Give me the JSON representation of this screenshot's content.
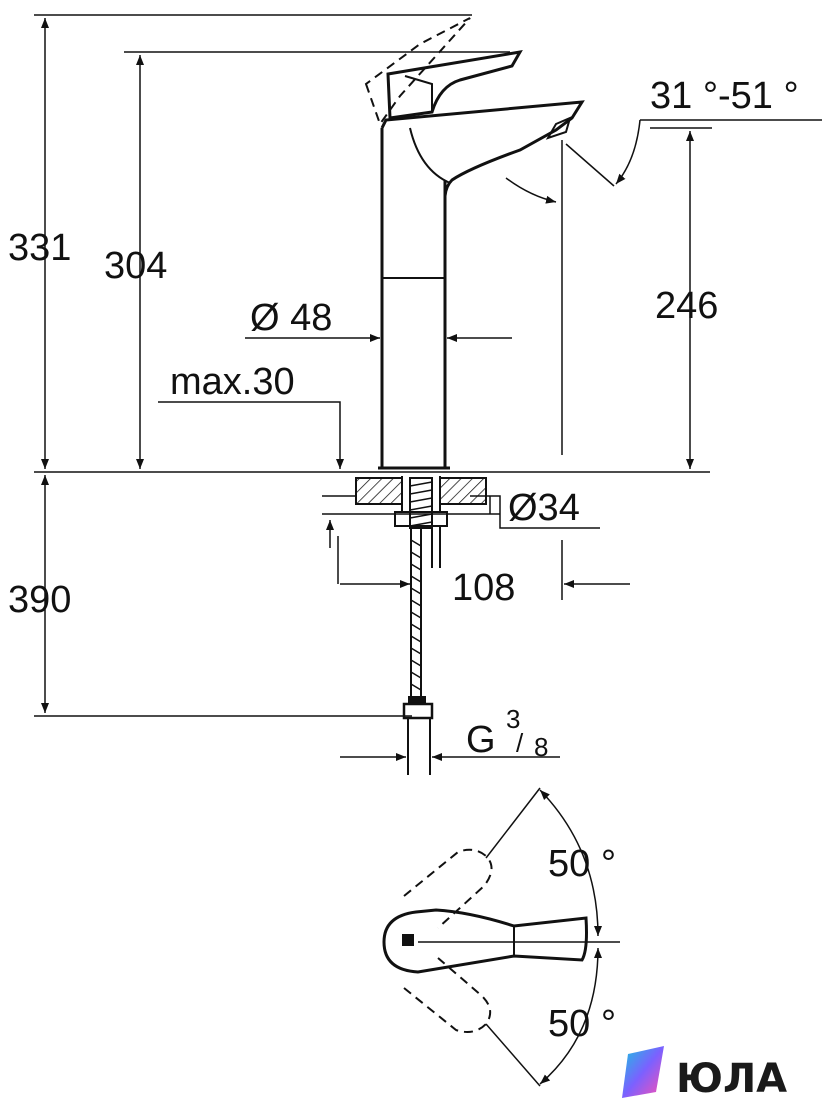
{
  "dimensions": {
    "overall_height": "331",
    "spout_top_height": "304",
    "spout_outlet_height": "246",
    "body_diameter": "Ø 48",
    "max_deck_thickness": "max.30",
    "hole_diameter": "Ø34",
    "projection": "108",
    "hose_length": "390",
    "connection_prefix": "G",
    "connection_numerator": "3",
    "connection_denominator": "8",
    "jet_angle": "31 °-51 °",
    "handle_angle_up": "50 °",
    "handle_angle_down": "50 °"
  },
  "brand": {
    "name": "ЮЛА",
    "logo_icon": "yula-logo-icon",
    "logo_colors": [
      "#7b61ff",
      "#18c4e0",
      "#ff4fb0"
    ]
  }
}
